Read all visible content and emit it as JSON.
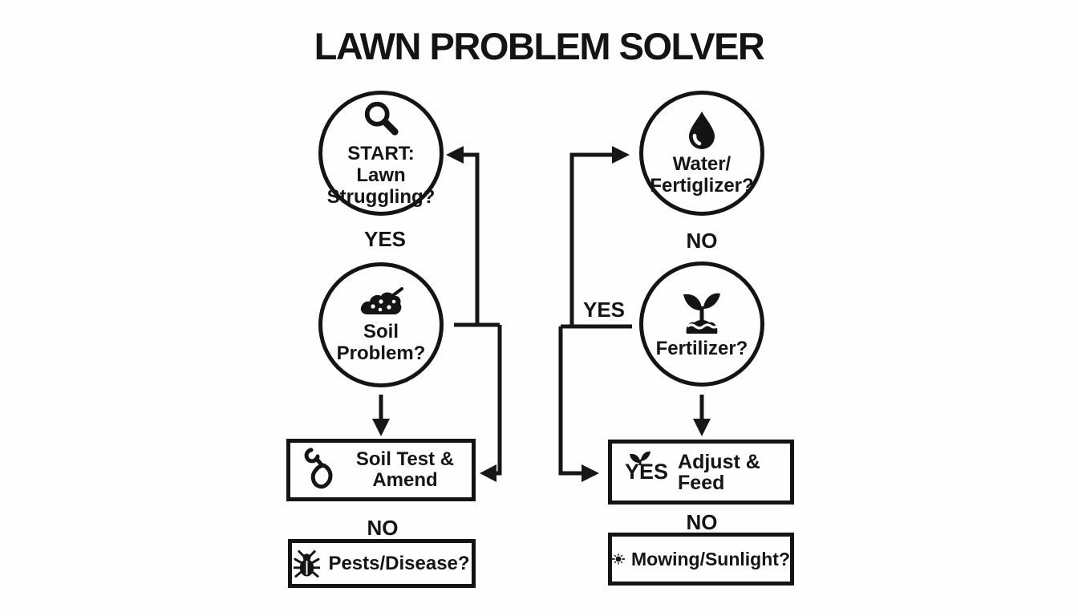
{
  "title": "LAWN PROBLEM SOLVER",
  "colors": {
    "ink": "#141414",
    "background": "#fefefe"
  },
  "nodes": {
    "start": {
      "shape": "circle",
      "icon": "magnifier-icon",
      "line1": "START: Lawn",
      "line2": "Struggling?"
    },
    "water": {
      "shape": "circle",
      "icon": "water-drop-icon",
      "line1": "Water/",
      "line2": "Fertiglizer?"
    },
    "soil": {
      "shape": "circle",
      "icon": "soil-mound-icon",
      "line1": "Soil",
      "line2": "Problem?"
    },
    "fertilizer": {
      "shape": "circle",
      "icon": "seedling-icon",
      "line1": "Fertilizer?"
    },
    "soil_test": {
      "shape": "rect",
      "icon": "shovel-icon",
      "line1": "Soil Test &",
      "line2": "Amend"
    },
    "adjust_feed": {
      "shape": "rect",
      "icon": "sprout-icon",
      "prefix": "YES",
      "label": "Adjust & Feed"
    },
    "pests": {
      "shape": "rect",
      "icon": "bug-icon",
      "label": "Pests/Disease?"
    },
    "mowing": {
      "shape": "rect",
      "icon": "sun-icon",
      "label": "Mowing/Sunlight?"
    }
  },
  "edge_labels": {
    "yes_left": "YES",
    "no_right_top": "NO",
    "yes_center": "YES",
    "no_left_bottom": "NO",
    "no_right_bottom": "NO"
  }
}
